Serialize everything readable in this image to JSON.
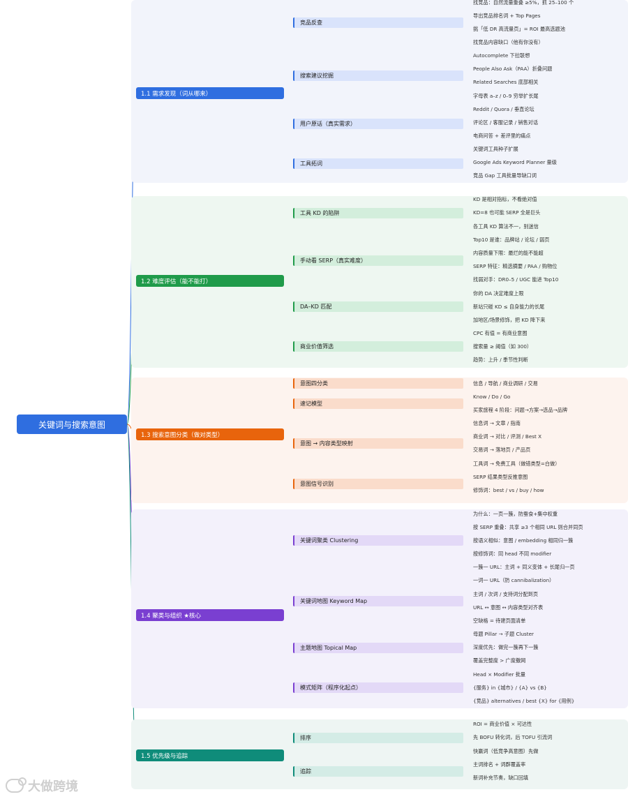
{
  "root": {
    "label": "关键词与搜索意图",
    "color": "#2f6ee0"
  },
  "sections": [
    {
      "label": "1.1 需求发现（词从哪来）",
      "color": "#2f6ee0",
      "bg": "#f2f4fb",
      "l2bg": "#d9e3fb",
      "children": [
        {
          "label": "竞品反查",
          "leaves": [
            "找竞品：自然流量重叠 ≥5%，抓 25–100 个",
            "导出竞品排名词 + Top Pages",
            "挑「低 DR 高流量页」= ROI 最高选题池",
            "找竞品内容缺口（他有你没有）"
          ]
        },
        {
          "label": "搜索建议挖掘",
          "leaves": [
            "Autocomplete 下拉联想",
            "People Also Ask（PAA）折叠问题",
            "Related Searches 底部相关",
            "字母表 a–z / 0–9 穷举扩长尾"
          ]
        },
        {
          "label": "用户原话（真实需求）",
          "leaves": [
            "Reddit / Quora / 垂直论坛",
            "评论区 / 客服记录 / 销售对话",
            "电商问答 + 差评里的痛点"
          ]
        },
        {
          "label": "工具拓词",
          "leaves": [
            "关键词工具种子扩展",
            "Google Ads Keyword Planner 量级",
            "竞品 Gap 工具批量导缺口词"
          ]
        }
      ]
    },
    {
      "label": "1.2 难度评估（能不能打）",
      "color": "#1f9b4a",
      "bg": "#eef7f1",
      "l2bg": "#d3eedc",
      "children": [
        {
          "label": "工具 KD 的陷阱",
          "leaves": [
            "KD 是相对指标，不看绝对值",
            "KD=8 也可能 SERP 全是巨头",
            "各工具 KD 算法不一，别迷信"
          ]
        },
        {
          "label": "手动看 SERP（真实难度）",
          "leaves": [
            "Top10 是谁：品牌站 / 论坛 / 弱页",
            "内容质量下限：最烂的能不能超",
            "SERP 特征：精选摘要 / PAA / 购物位",
            "找弱对手：DR0–5 / UGC 能进 Top10"
          ]
        },
        {
          "label": "DA–KD 匹配",
          "leaves": [
            "你的 DA 决定难度上限",
            "新站只碰 KD ≤ 自身能力的长尾",
            "加地区/场景修饰，把 KD 降下来"
          ]
        },
        {
          "label": "商业价值筛选",
          "leaves": [
            "CPC 有值 = 有商业意图",
            "搜索量 ≥ 阈值（如 300）",
            "趋势：上升 / 季节性判断"
          ]
        }
      ]
    },
    {
      "label": "1.3 搜索意图分类（做对类型）",
      "color": "#e8640c",
      "bg": "#fdf3ee",
      "l2bg": "#fadccb",
      "children": [
        {
          "label": "意图四分类",
          "leaves": [
            "信息 / 导航 / 商业调研 / 交易"
          ]
        },
        {
          "label": "速记模型",
          "leaves": [
            "Know / Do / Go",
            "买家旅程 4 阶段：问题→方案→选品→品牌"
          ]
        },
        {
          "label": "意图 → 内容类型映射",
          "leaves": [
            "信息词 → 文章 / 指南",
            "商业词 → 对比 / 评测 / Best X",
            "交易词 → 落地页 / 产品页",
            "工具词 → 免费工具（做错类型=白做）"
          ]
        },
        {
          "label": "意图信号识别",
          "leaves": [
            "SERP 结果类型反推意图",
            "修饰词：best / vs / buy / how"
          ]
        }
      ]
    },
    {
      "label": "1.4 聚类与组织 ★核心",
      "color": "#7a3fd1",
      "bg": "#f3f1fb",
      "l2bg": "#e3d9f7",
      "children": [
        {
          "label": "关键词聚类 Clustering",
          "leaves": [
            "为什么：一页一簇，防蚕食+集中权重",
            "按 SERP 重叠：共享 ≥3 个相同 URL 则合并同页",
            "按语义相似：意图 / embedding 相同归一簇",
            "按修饰词：同 head 不同 modifier",
            "一簇一 URL：主词 + 同义变体 + 长尾归一页"
          ]
        },
        {
          "label": "关键词地图 Keyword Map",
          "leaves": [
            "一词一 URL（防 cannibalization）",
            "主词 / 次词 / 支持词分配到页",
            "URL ↔ 意图 ↔ 内容类型对齐表",
            "空缺格 = 待建页面清单"
          ]
        },
        {
          "label": "主题地图 Topical Map",
          "leaves": [
            "母题 Pillar → 子题 Cluster",
            "深度优先：做完一簇再下一簇",
            "覆盖完整度 > 广度撒网"
          ]
        },
        {
          "label": "模式矩阵（程序化起点）",
          "leaves": [
            "Head × Modifier 批量",
            "{服务} in {城市} / {A} vs {B}",
            "{竞品} alternatives / best {X} for {用例}"
          ]
        }
      ]
    },
    {
      "label": "1.5 优先级与追踪",
      "color": "#0f8c7a",
      "bg": "#eef5f3",
      "l2bg": "#d4ece6",
      "children": [
        {
          "label": "排序",
          "leaves": [
            "ROI = 商业价值 × 可达性",
            "先 BOFU 转化词，后 TOFU 引流词",
            "快赢词（低竞争高意图）先做"
          ]
        },
        {
          "label": "追踪",
          "leaves": [
            "主词排名 + 词群覆盖率",
            "新词补充节奏，缺口回填"
          ]
        }
      ]
    }
  ],
  "watermark": {
    "text": "大做跨境"
  }
}
